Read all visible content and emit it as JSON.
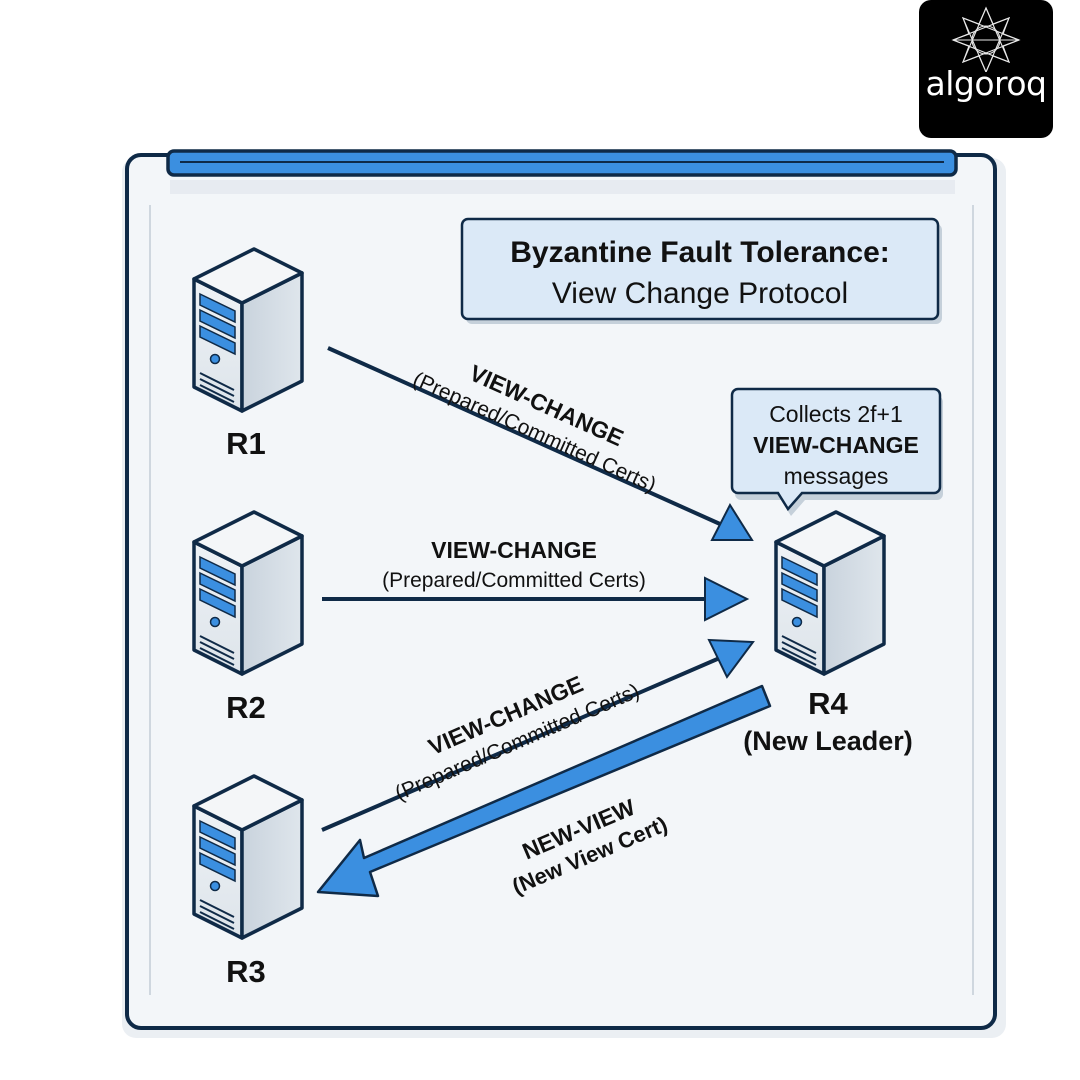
{
  "logo": {
    "text": "algoroq",
    "icon": "star-polygon-icon"
  },
  "title": {
    "line1": "Byzantine Fault Tolerance:",
    "line2": "View Change Protocol"
  },
  "colors": {
    "accent": "#3b8fe0",
    "outline": "#0f2a47",
    "panel_bg": "#f3f6f9",
    "callout_bg": "#dbe9f7"
  },
  "nodes": [
    {
      "id": "R1",
      "label": "R1"
    },
    {
      "id": "R2",
      "label": "R2"
    },
    {
      "id": "R3",
      "label": "R3"
    },
    {
      "id": "R4",
      "label": "R4",
      "sublabel": "(New Leader)"
    }
  ],
  "callout": {
    "line1": "Collects 2f+1",
    "line2": "VIEW-CHANGE",
    "line3": "messages"
  },
  "messages": [
    {
      "from": "R1",
      "to": "R4",
      "name": "VIEW-CHANGE",
      "detail": "(Prepared/Committed Certs)"
    },
    {
      "from": "R2",
      "to": "R4",
      "name": "VIEW-CHANGE",
      "detail": "(Prepared/Committed Certs)"
    },
    {
      "from": "R3",
      "to": "R4",
      "name": "VIEW-CHANGE",
      "detail": "(Prepared/Committed Certs)"
    },
    {
      "from": "R4",
      "to": "R3",
      "name": "NEW-VIEW",
      "detail": "(New View Cert)"
    }
  ]
}
